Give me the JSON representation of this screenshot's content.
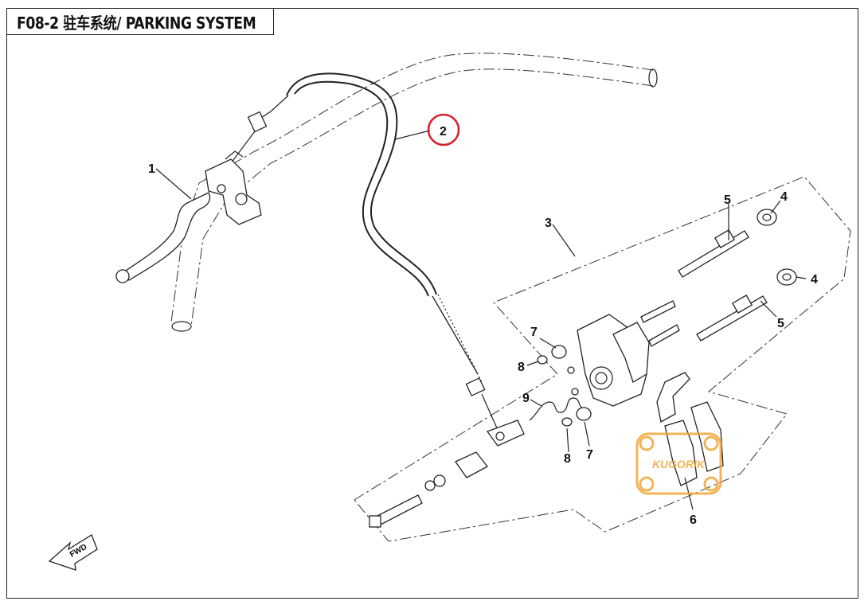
{
  "title": "F08-2 驻车系统/ PARKING SYSTEM",
  "callouts": {
    "c1": "1",
    "c2": "2",
    "c3": "3",
    "c4a": "4",
    "c4b": "4",
    "c5a": "5",
    "c5b": "5",
    "c6": "6",
    "c7a": "7",
    "c7b": "7",
    "c8a": "8",
    "c8b": "8",
    "c9": "9"
  },
  "fwd_label": "FWD",
  "watermark": "KUGORIK",
  "highlight_color": "#d8202a",
  "watermark_color": "#f0a83a"
}
